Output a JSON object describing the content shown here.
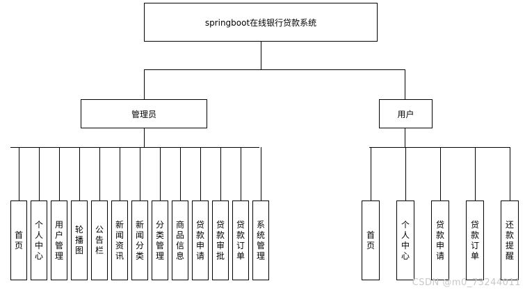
{
  "root": {
    "label": "springboot在线银行贷款系统"
  },
  "groups": [
    {
      "id": "admin",
      "label": "管理员",
      "children": [
        "首页",
        "个人中心",
        "用户管理",
        "轮播图",
        "公告栏",
        "新闻资讯",
        "新闻分类",
        "分类管理",
        "商品信息",
        "贷款申请",
        "贷款审批",
        "贷款订单",
        "系统管理"
      ]
    },
    {
      "id": "user",
      "label": "用户",
      "children": [
        "首页",
        "个人中心",
        "贷款申请",
        "贷款订单",
        "还款提醒"
      ]
    }
  ],
  "watermark": "CSDN @m0_73244011"
}
